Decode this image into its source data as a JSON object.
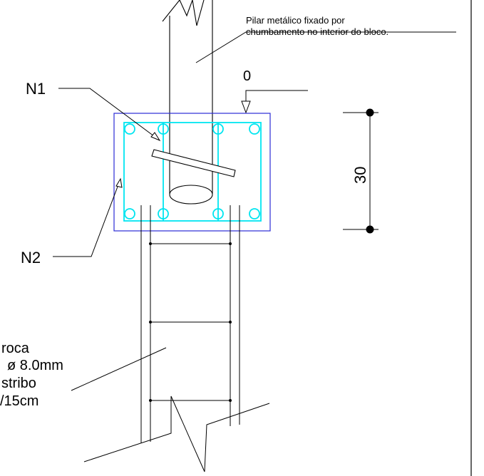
{
  "labels": {
    "pillar_note_line1": "Pilar metálico fixado por",
    "pillar_note_line2": "chumbamento no interior do bloco.",
    "level_mark": "0",
    "n1": "N1",
    "n2": "N2",
    "dimension": "30",
    "pile_line1": "roca",
    "pile_line2": "ø 8.0mm",
    "pile_line3": "stribo",
    "pile_line4": "/15cm"
  },
  "colors": {
    "line": "#000000",
    "block_outline": "#2b2bd6",
    "rebar": "#00e5f0",
    "background": "#ffffff"
  }
}
